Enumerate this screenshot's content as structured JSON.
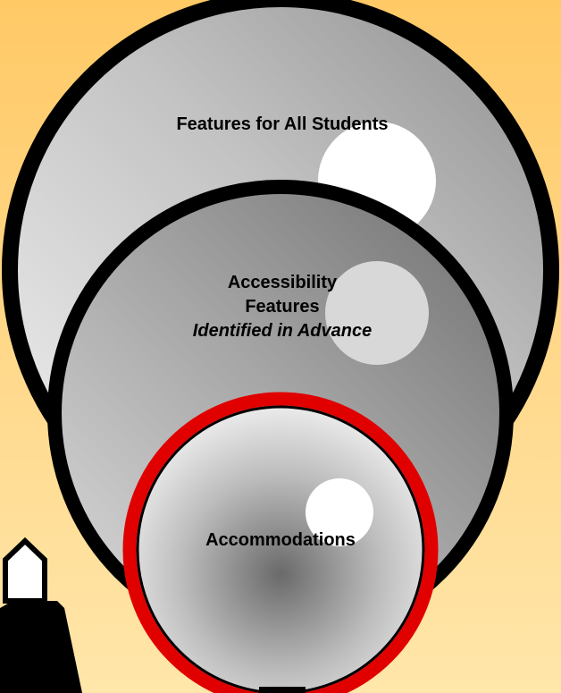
{
  "diagram": {
    "outer_circle": {
      "label": "Features for All Students"
    },
    "middle_circle": {
      "label_line1": "Accessibility",
      "label_line2": "Features",
      "label_line3": "Identified in Advance"
    },
    "inner_circle": {
      "label": "Accommodations"
    }
  },
  "colors": {
    "background_top": "#FFC966",
    "background_bottom": "#FFE6AA",
    "outer_ring": "#000000",
    "inner_ring": "#E00000",
    "figure": "#000000"
  }
}
